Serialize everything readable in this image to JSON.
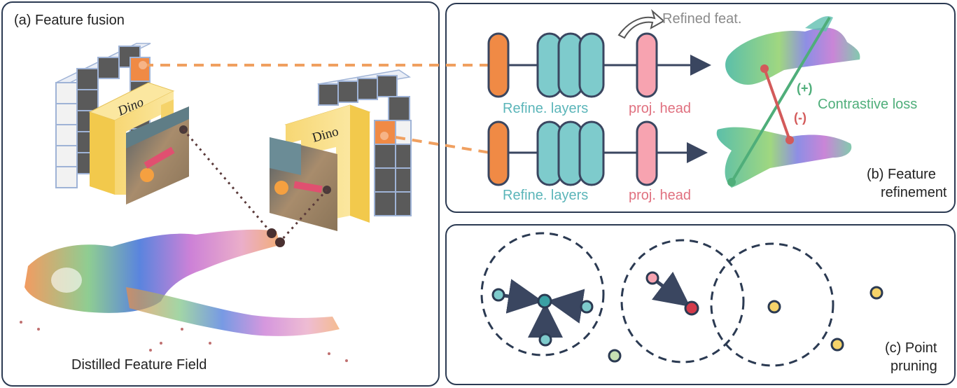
{
  "panel_a": {
    "title": "(a) Feature fusion",
    "dino_label_1": "Dino",
    "dino_label_2": "Dino",
    "field_label": "Distilled Feature Field"
  },
  "panel_b": {
    "title_line1": "(b) Feature",
    "title_line2": "refinement",
    "refined_label": "Refined feat.",
    "refine_layers_1": "Refine. layers",
    "refine_layers_2": "Refine. layers",
    "proj_head_1": "proj. head",
    "proj_head_2": "proj. head",
    "contrastive": "Contrastive loss",
    "plus": "(+)",
    "minus": "(-)"
  },
  "panel_c": {
    "title_line1": "(c) Point",
    "title_line2": "pruning"
  },
  "colors": {
    "border": "#2b3a52",
    "orange": "#f08a45",
    "teal": "#7ecbcc",
    "pink": "#f08a9a",
    "yellow": "#f5d36a",
    "grid_dark": "#5a5a5a",
    "grid_light": "#e8e8e8",
    "grid_line": "#9fb3d6"
  }
}
